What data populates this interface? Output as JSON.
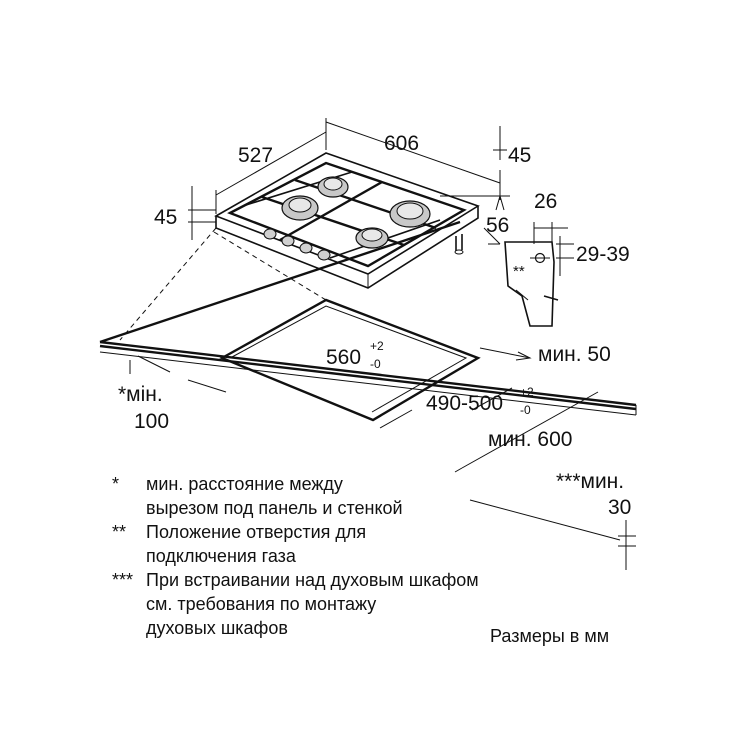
{
  "dimensions": {
    "hob_depth": "527",
    "hob_width": "606",
    "hob_height_right": "45",
    "hob_height_left": "45",
    "connection_offset": "56",
    "connector_depth": "26",
    "connector_height": "29-39",
    "gas_mark": "**",
    "cutout_width": "560",
    "cutout_width_tol_upper": "+2",
    "cutout_width_tol_lower": "-0",
    "cutout_depth": "490-500",
    "cutout_depth_tol_upper": "+2",
    "cutout_depth_tol_lower": "-0",
    "min_front": "мин. 50",
    "min_rear_label": "*мін.",
    "min_rear_value": "100",
    "min_worktop": "мин. 600",
    "min_thickness_label": "***мин.",
    "min_thickness_value": "30"
  },
  "notes": [
    {
      "marker": "*",
      "lines": [
        "мин. расстояние между",
        "вырезом под панель и стенкой"
      ]
    },
    {
      "marker": "**",
      "lines": [
        "Положение отверстия для",
        "подключения газа"
      ]
    },
    {
      "marker": "***",
      "lines": [
        "При встраивании над духовым шкафом",
        "см. требования по монтажу",
        "духовых шкафов"
      ]
    }
  ],
  "units_caption": "Размеры в мм",
  "colors": {
    "ink": "#111111",
    "background": "#ffffff",
    "burner_metal": "#c8c8c8"
  }
}
